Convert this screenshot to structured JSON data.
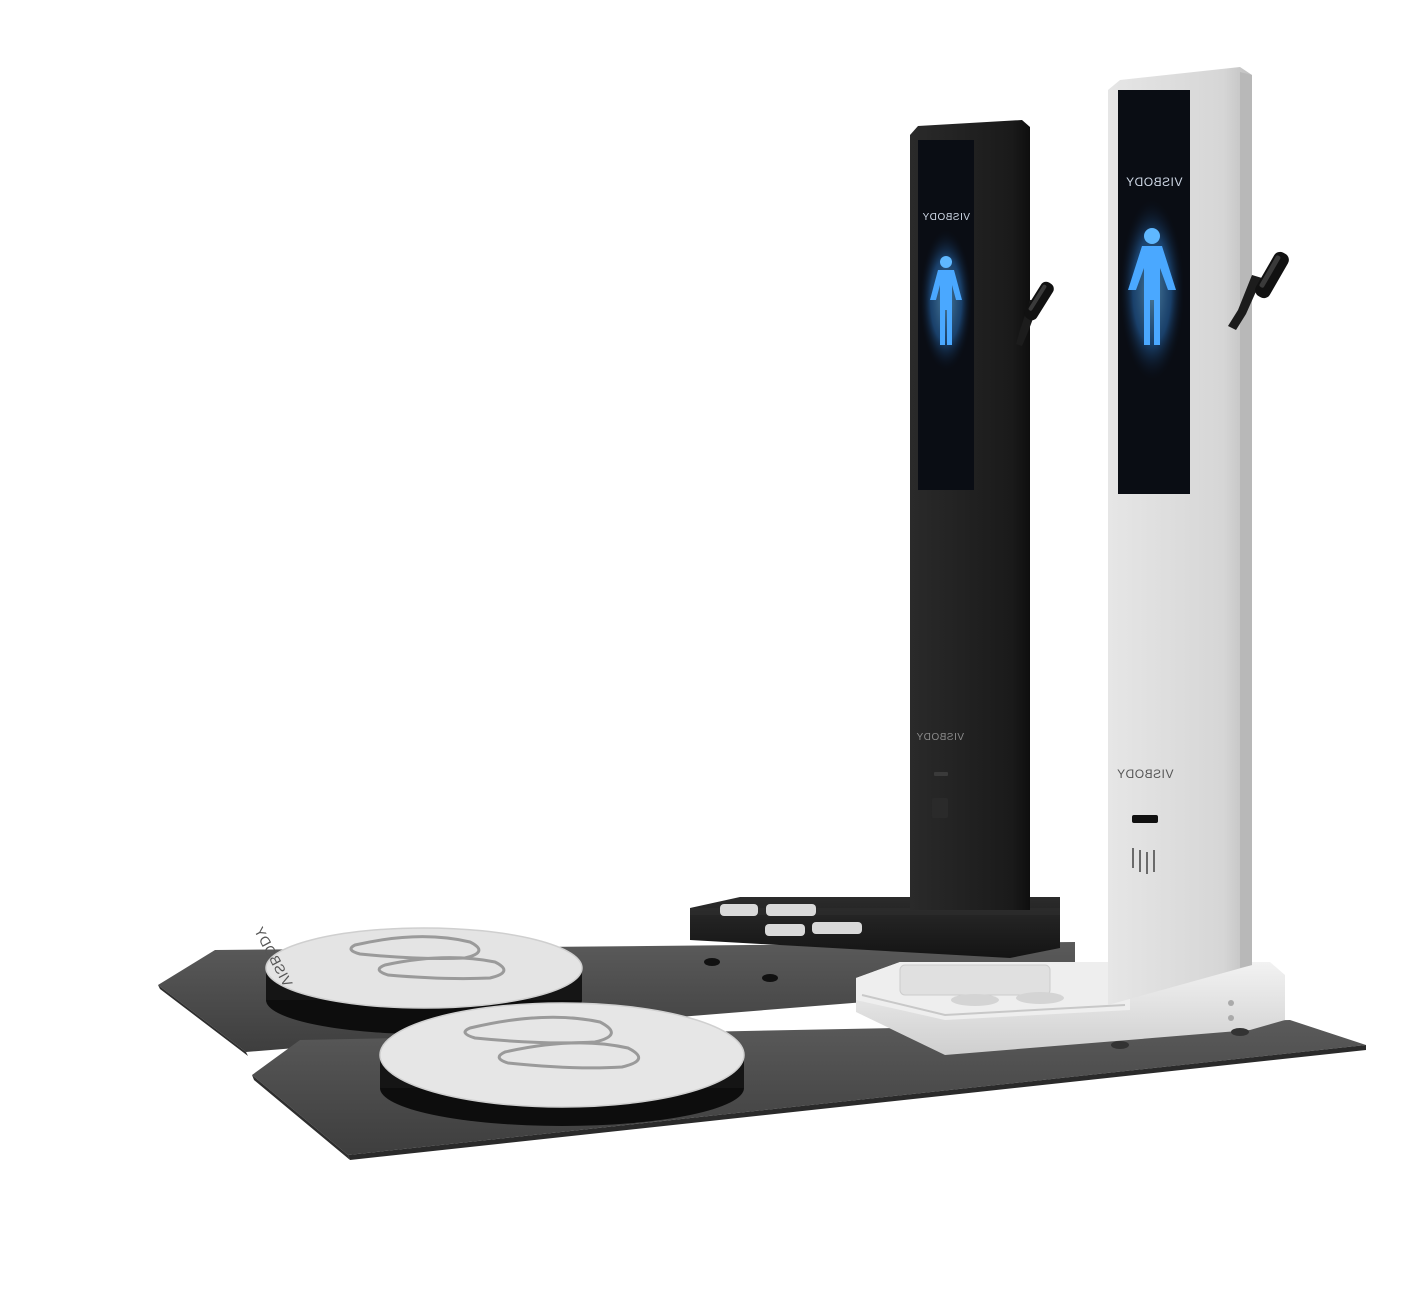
{
  "scene": {
    "description_type": "product-render",
    "background_color": "#ffffff"
  },
  "brand": {
    "text": "VISBODY"
  },
  "screen": {
    "top_text": "",
    "figure": "human-body-figure"
  },
  "colors": {
    "dark_tower": "#1e1e1e",
    "light_tower": "#d8d8d8",
    "floor_mat": "#4a4a4a",
    "turntable_top": "#e2e2e2",
    "turntable_ring": "#111111",
    "screen_bg": "#0a0d14",
    "body_glow": "#3aa0ff"
  },
  "icons": {
    "dark_handle": "handle-icon",
    "light_handle": "handle-icon",
    "footprints": "footprint-icon"
  }
}
